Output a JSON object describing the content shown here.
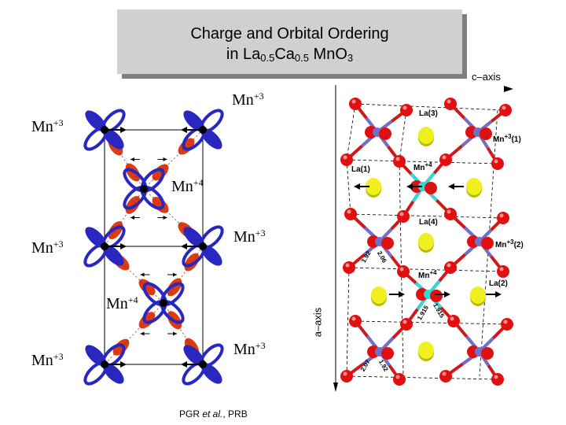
{
  "title": {
    "line1": "Charge and Orbital Ordering",
    "line2_prefix": "in La",
    "la_sub": "0.5",
    "ca": "Ca",
    "ca_sub": "0.5",
    "mno": " MnO",
    "o_sub": "3"
  },
  "left_diagram": {
    "labels": [
      {
        "base": "Mn",
        "charge": "+3"
      },
      {
        "base": "Mn",
        "charge": "+3"
      },
      {
        "base": "Mn",
        "charge": "+4"
      },
      {
        "base": "Mn",
        "charge": "+3"
      },
      {
        "base": "Mn",
        "charge": "+3"
      },
      {
        "base": "Mn",
        "charge": "+4"
      },
      {
        "base": "Mn",
        "charge": "+3"
      },
      {
        "base": "Mn",
        "charge": "+3"
      }
    ]
  },
  "right_diagram": {
    "c_axis": "c–axis",
    "a_axis": "a–axis",
    "labels": {
      "la3": "La(3)",
      "mn3_1_base": "Mn",
      "mn3_1_charge": "+3",
      "mn3_1_idx": "(1)",
      "la1": "La(1)",
      "mn4_top_base": "Mn",
      "mn4_top_charge": "+4",
      "la4": "La(4)",
      "mn3_2_base": "Mn",
      "mn3_2_charge": "+3",
      "mn3_2_idx": "(2)",
      "mn4_bot_base": "Mn",
      "mn4_bot_charge": "+4",
      "la2": "La(2)"
    },
    "bond_lengths": [
      "1.92",
      "2.06",
      "1.915",
      "1.915",
      "2.07",
      "1.92"
    ],
    "colors": {
      "oxygen": "#e01010",
      "mn3": "#7070c8",
      "mn4": "#30d8d8",
      "la": "#f0f020",
      "bond": "#d01818"
    }
  },
  "left_colors": {
    "mn3_orbital": "#2828c0",
    "oxygen_orbital": "#e03a10"
  },
  "footer": {
    "authors": "PGR ",
    "etal": "et al.",
    "journal": ", PRB"
  }
}
